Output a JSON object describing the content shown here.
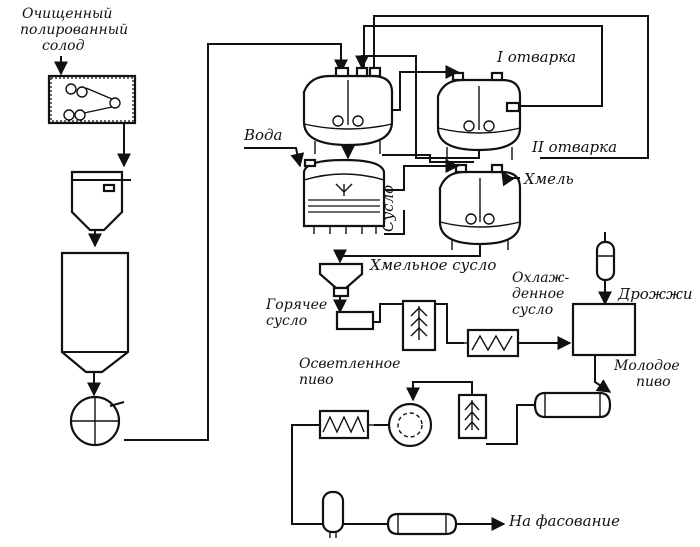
{
  "labels": {
    "malt": [
      "Очищенный",
      "полированный",
      "солод"
    ],
    "water": "Вода",
    "decoction_1": "I отварка",
    "decoction_2": "II отварка",
    "hops": "Хмель",
    "wort": "Сусло",
    "hopped_wort": "Хмельное сусло",
    "cooled_wort": [
      "Охлаж-",
      "денное",
      "сусло"
    ],
    "yeast": "Дрожжи",
    "hot_wort": [
      "Горячее",
      "сусло"
    ],
    "clarified_beer": [
      "Осветленное",
      "пиво"
    ],
    "young_beer": [
      "Молодое",
      "пиво"
    ],
    "to_packaging": "На фасование"
  },
  "colors": {
    "ink": "#111111",
    "paper": "#ffffff"
  }
}
